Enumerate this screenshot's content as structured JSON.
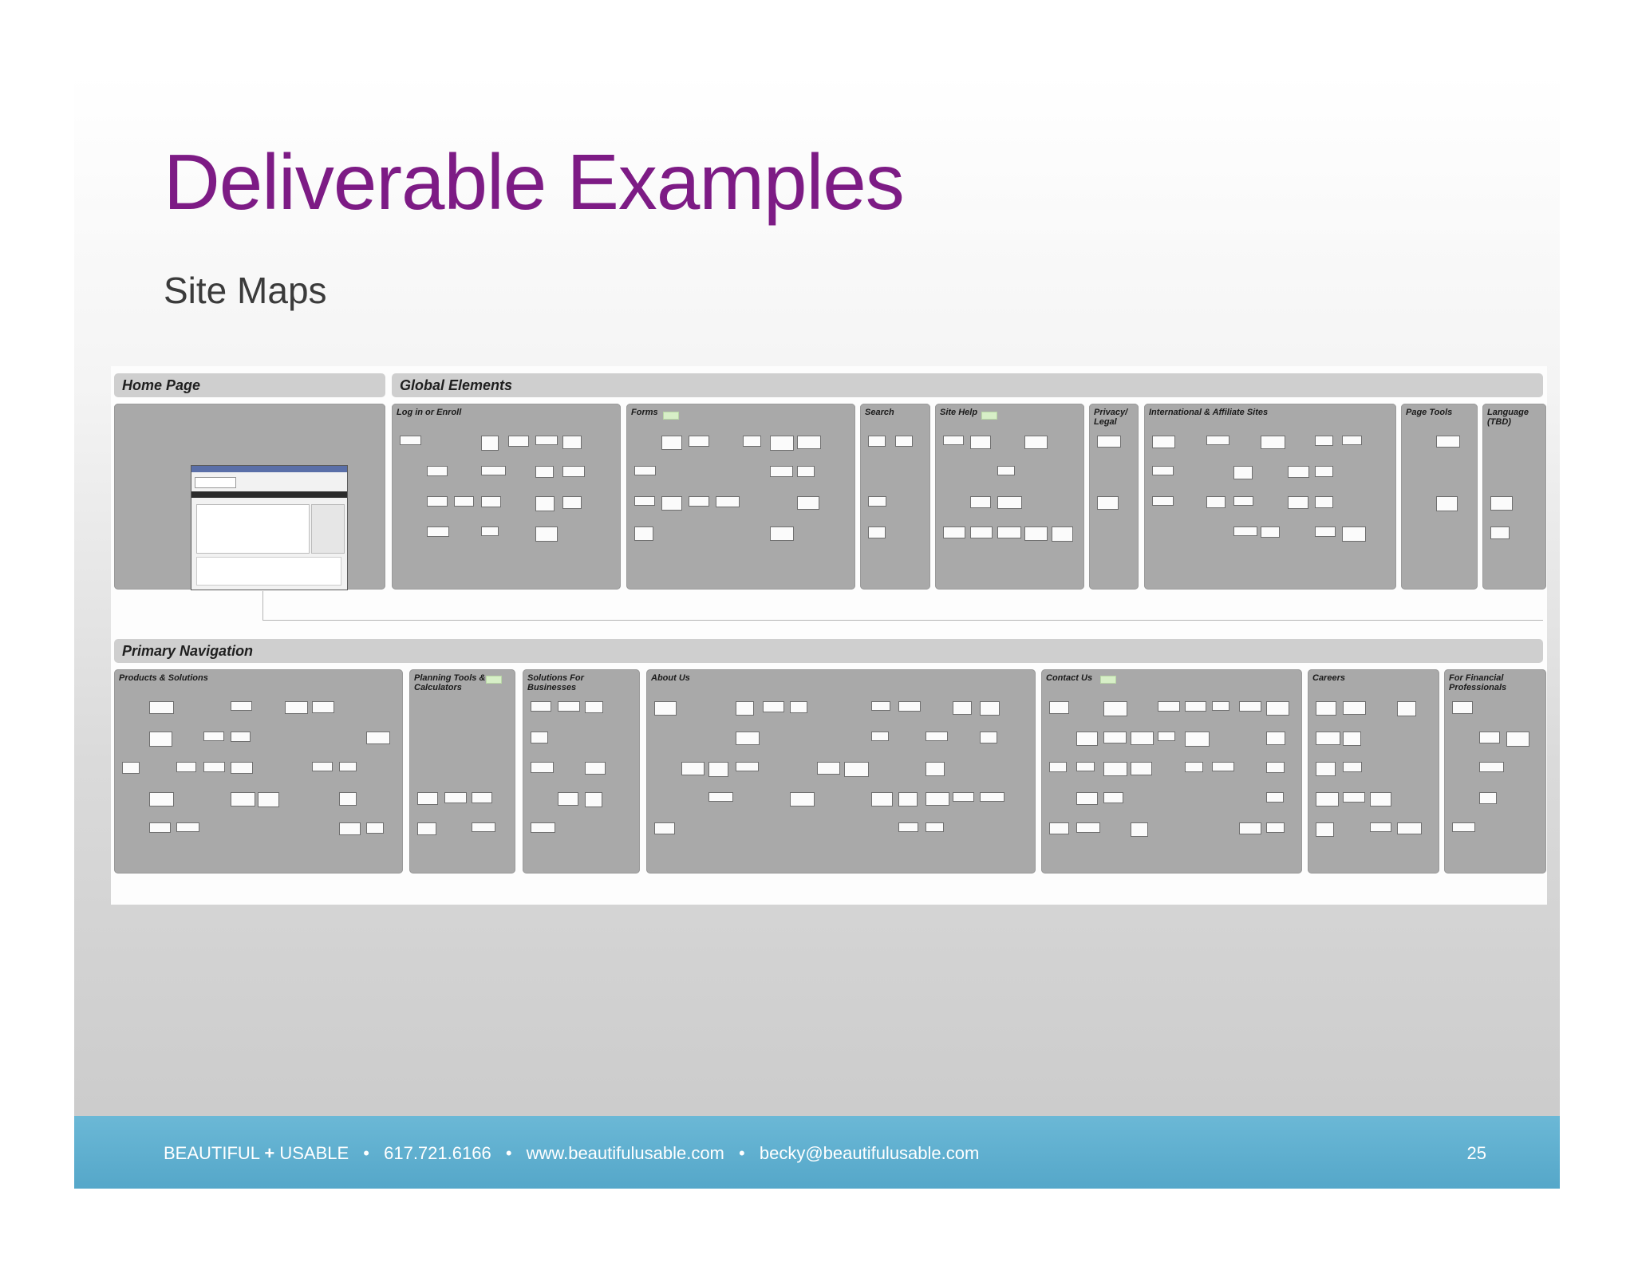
{
  "slide": {
    "title": "Deliverable Examples",
    "subtitle": "Site Maps"
  },
  "sitemap": {
    "home_header": "Home Page",
    "global_header": "Global Elements",
    "global_sections": [
      "Log in or Enroll",
      "Forms",
      "Search",
      "Site Help",
      "Privacy/ Legal",
      "International & Affiliate Sites",
      "Page Tools",
      "Language (TBD)"
    ],
    "primary_header": "Primary Navigation",
    "primary_sections": [
      "Products & Solutions",
      "Planning Tools & Calculators",
      "Solutions For Businesses",
      "About Us",
      "Contact Us",
      "Careers",
      "For Financial Professionals"
    ]
  },
  "footer": {
    "brand_left": "BEAUTIFUL",
    "brand_plus": "+",
    "brand_right": "USABLE",
    "bullet": "•",
    "phone": "617.721.6166",
    "website": "www.beautifulusable.com",
    "email": "becky@beautifulusable.com",
    "page_number": "25"
  },
  "colors": {
    "title": "#7d1b85",
    "footer_bar": "#5aaed0",
    "panel": "#a9a9a9",
    "section_header": "#cfcfcf"
  }
}
